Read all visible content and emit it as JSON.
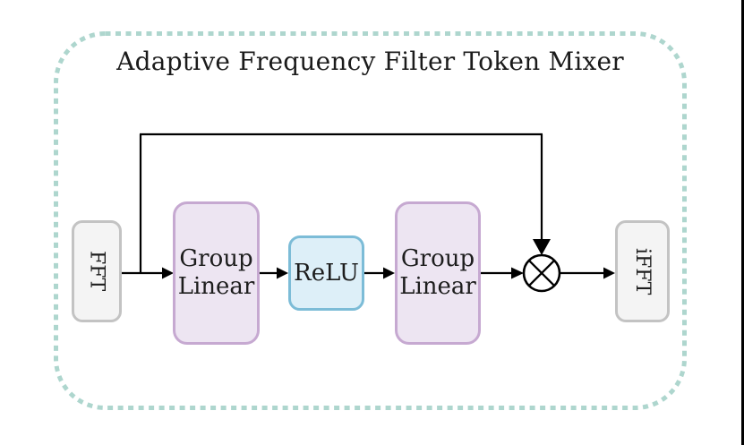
{
  "diagram": {
    "title": "Adaptive Frequency Filter Token Mixer",
    "blocks": {
      "fft": {
        "label": "FFT"
      },
      "group_linear_1": {
        "label": "Group Linear"
      },
      "relu": {
        "label": "ReLU"
      },
      "group_linear_2": {
        "label": "Group Linear"
      },
      "ifft": {
        "label": "iFFT"
      }
    },
    "operator": {
      "multiply_symbol": "⊗"
    },
    "connections": [
      "FFT -> Group Linear (1)",
      "Group Linear (1) -> ReLU",
      "ReLU -> Group Linear (2)",
      "Group Linear (2) -> multiply",
      "skip: FFT output -> multiply",
      "multiply -> iFFT"
    ],
    "colors": {
      "frame_dash": "#aed6ce",
      "block_gray_fill": "#f4f4f4",
      "block_gray_border": "#c3c3c3",
      "block_purple_fill": "#ede5f2",
      "block_purple_border": "#c6a9d1",
      "block_blue_fill": "#ddeff8",
      "block_blue_border": "#7cbcd7",
      "line": "#000000"
    }
  }
}
